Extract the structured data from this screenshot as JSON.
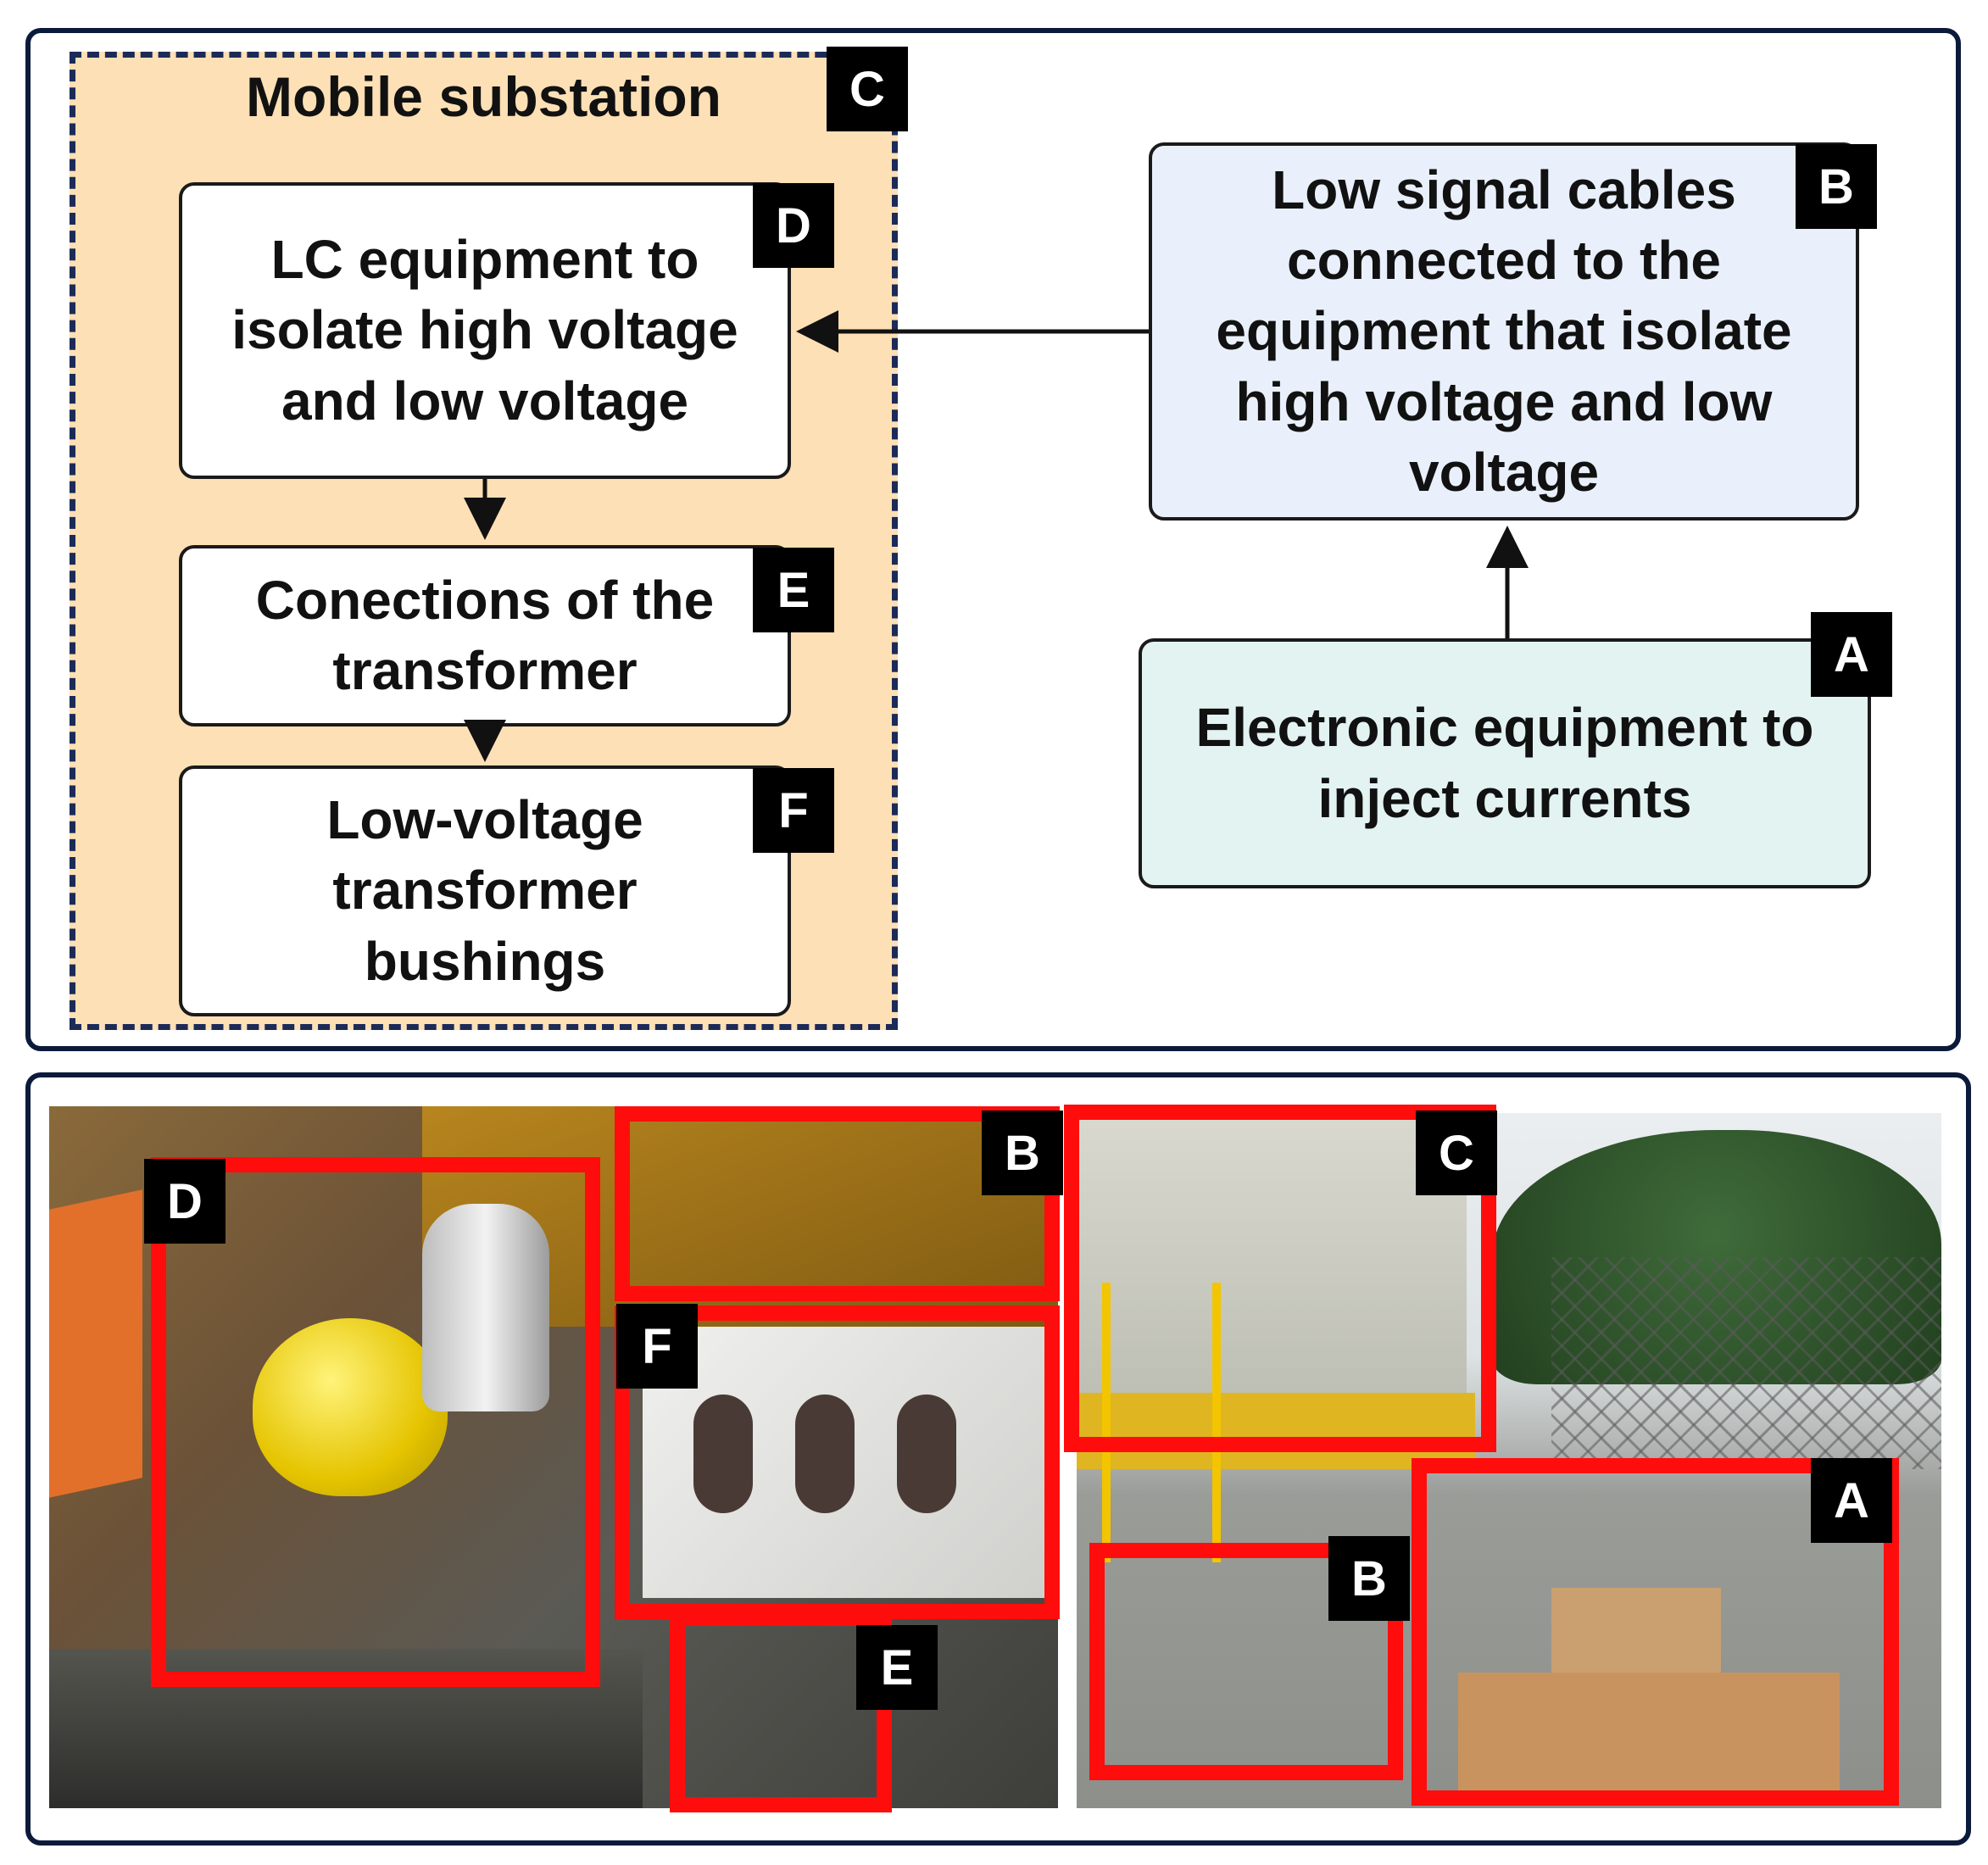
{
  "diagram": {
    "mobile_substation_title": "Mobile substation",
    "tags": {
      "a": "A",
      "b": "B",
      "c": "C",
      "d": "D",
      "e": "E",
      "f": "F"
    },
    "box_d": "LC equipment to\nisolate high voltage\nand low voltage",
    "box_e": "Conections of the\ntransformer",
    "box_f": "Low-voltage\ntransformer\nbushings",
    "box_b": "Low signal cables\nconnected to the\nequipment that isolate\nhigh voltage and low\nvoltage",
    "box_a": "Electronic equipment to\ninject currents"
  },
  "photo_labels": {
    "d": "D",
    "b_top": "B",
    "c": "C",
    "f": "F",
    "e": "E",
    "b_bottom": "B",
    "a": "A"
  },
  "colors": {
    "panel_border": "#0b1a3a",
    "substation_fill": "#fde0b5",
    "box_b_fill": "#e9f0fb",
    "box_a_fill": "#e2f3f1",
    "highlight_red": "#ff0d0d"
  }
}
